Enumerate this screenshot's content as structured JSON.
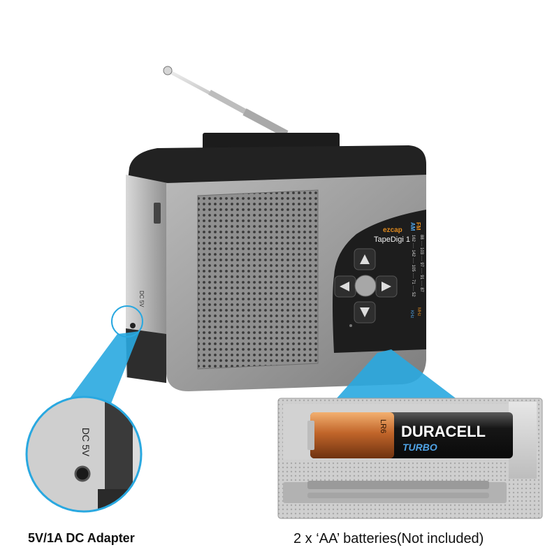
{
  "product": {
    "brand": "ezcap",
    "model": "TapeDigi 1",
    "band_fm": "FM",
    "band_am": "AM",
    "fm_scale": "88 ···· 103 ···· 97 ···· 91 ···· 87",
    "am_scale": "162 ···· 142 ···· 105 ···· 71 ···· 52",
    "fm_unit": "MHz",
    "am_unit": "KHz",
    "port_label": "DC 5V"
  },
  "zoom_left": {
    "port_label": "DC 5V"
  },
  "battery": {
    "brand": "DURACELL",
    "sub": "TURBO",
    "code": "LR6"
  },
  "captions": {
    "left": "5V/1A DC Adapter",
    "right": "2 x ‘AA’ batteries(Not included)"
  },
  "colors": {
    "callout": "#29a8e0",
    "body_silver": "#9a9a9a",
    "body_dark": "#2a2a2a",
    "brand_orange": "#e08a1e"
  }
}
